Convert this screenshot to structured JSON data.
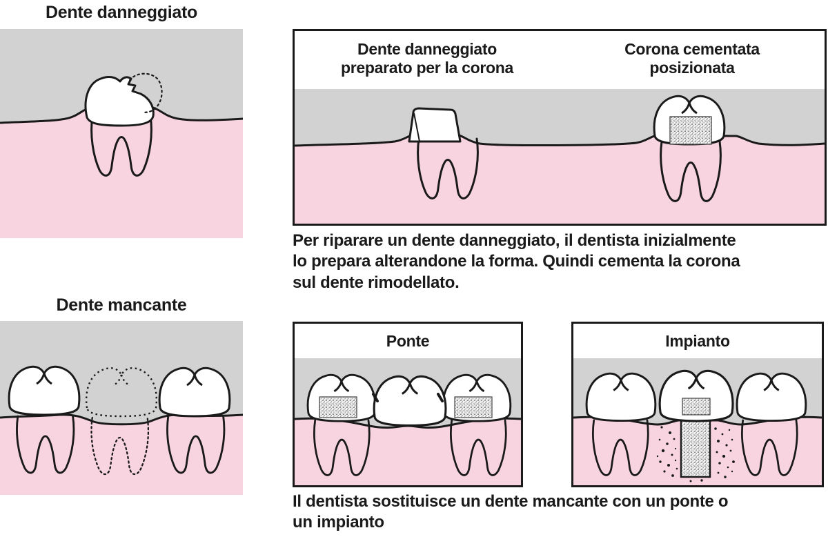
{
  "colors": {
    "background": "#ffffff",
    "above_gum_gray": "#d2d2d2",
    "gum_pink": "#f8d3e0",
    "outline_black": "#1a1a1a"
  },
  "damaged_section": {
    "title": "Dente danneggiato"
  },
  "crown_panel": {
    "left_header": "Dente danneggiato\npreparato per la corona",
    "right_header": "Corona cementata\nposizionata"
  },
  "crown_caption": "Per riparare un dente danneggiato, il dentista inizialmente\nlo prepara alterandone la forma. Quindi cementa la corona\nsul dente rimodellato.",
  "missing_section": {
    "title": "Dente mancante"
  },
  "bridge_panel": {
    "title": "Ponte"
  },
  "implant_panel": {
    "title": "Impianto"
  },
  "bottom_caption": "Il dentista sostituisce un dente mancante con un ponte o\nun impianto"
}
